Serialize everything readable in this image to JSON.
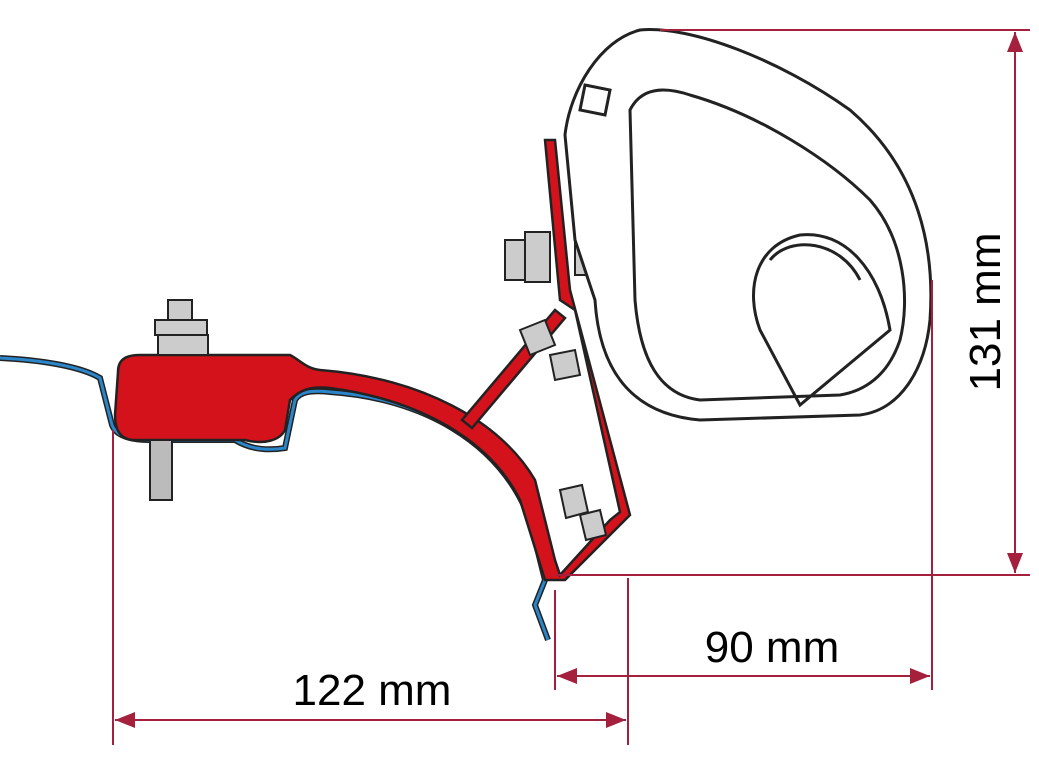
{
  "dimensions": {
    "width_total": "122 mm",
    "width_projection": "90 mm",
    "height": "131 mm"
  },
  "colors": {
    "dimension_line": "#a5203c",
    "bracket": "#d4121c",
    "vehicle_roof": "#2a86c8",
    "housing": "#ffffff",
    "outline": "#222222"
  }
}
